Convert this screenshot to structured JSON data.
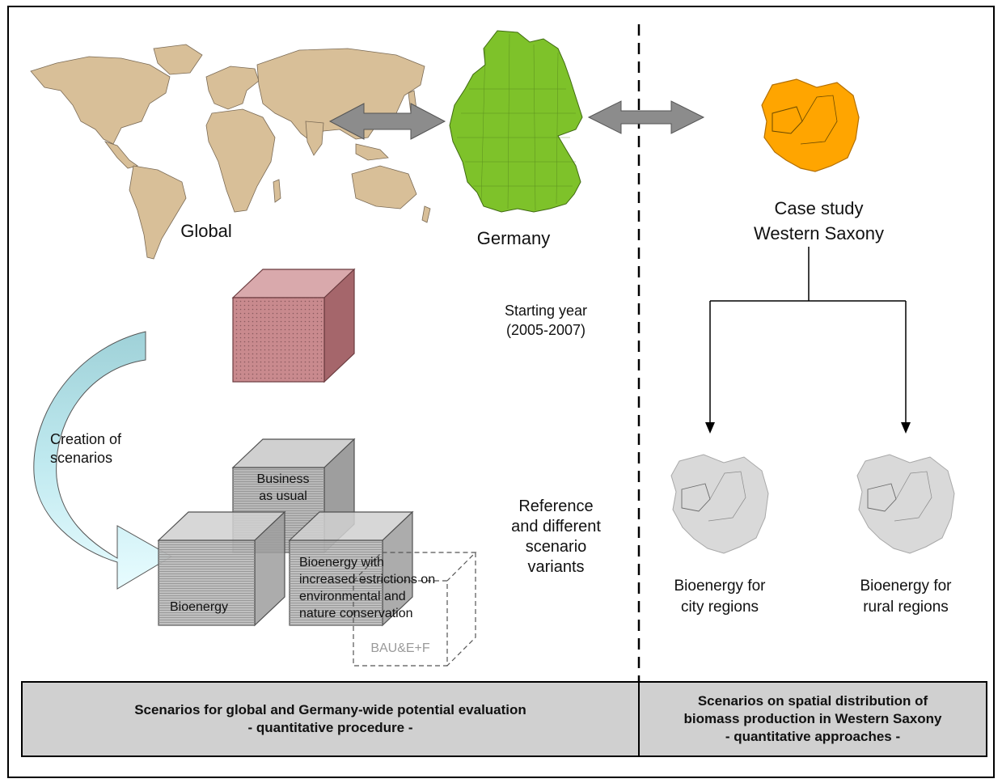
{
  "left_section": {
    "global_label": "Global",
    "germany_label": "Germany",
    "starting_year_label": [
      "Starting year",
      "(2005-2007)"
    ],
    "creation_label": [
      "Creation of",
      "scenarios"
    ],
    "reference_label": [
      "Reference",
      "and different",
      "scenario",
      "variants"
    ],
    "cubes": {
      "business_as_usual": [
        "Business",
        "as usual"
      ],
      "bioenergy": "Bioenergy",
      "bioenergy_restrictions": [
        "Bioenergy with",
        "increased estrictions on",
        "environmental and",
        "nature conservation"
      ],
      "bau_ef": "BAU&E+F"
    },
    "footer_box": {
      "line1": "Scenarios for global and Germany-wide potential evaluation",
      "line2": "- quantitative procedure -"
    }
  },
  "right_section": {
    "case_study_label": [
      "Case study",
      "Western Saxony"
    ],
    "city_regions_label": [
      "Bioenergy for",
      "city regions"
    ],
    "rural_regions_label": [
      "Bioenergy for",
      "rural regions"
    ],
    "footer_box": {
      "line1": "Scenarios on spatial distribution of",
      "line2": "biomass production in Western Saxony",
      "line3": "- quantitative approaches -"
    }
  },
  "colors": {
    "world_map": "#d8bf98",
    "germany_map": "#7ec22a",
    "saxony_map": "#ffa500",
    "saxony_grey": "#d9d9d9",
    "start_cube": "#c98a8e",
    "scenario_cube": "#b9b9b9",
    "curved_arrow": "#c8ecf0",
    "double_arrow": "#8c8c8c",
    "footer_box": "#d0d0d0"
  }
}
